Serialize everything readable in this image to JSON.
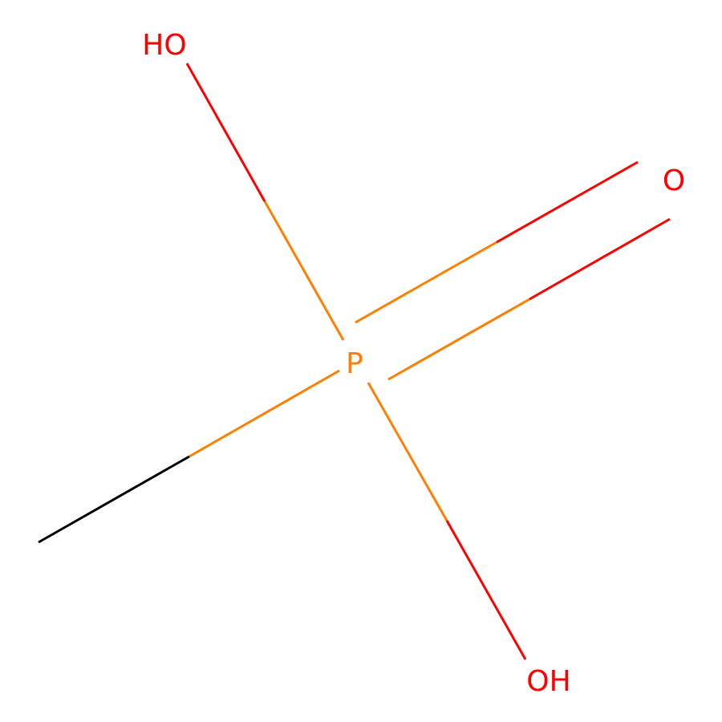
{
  "colors": {
    "carbon": "#000000",
    "phosphorus": "#ff8000",
    "oxygen": "#ff0000",
    "background": "#ffffff"
  },
  "atoms": {
    "p": "P",
    "o_double": "O",
    "oh_top": "HO",
    "oh_bottom": "OH"
  }
}
